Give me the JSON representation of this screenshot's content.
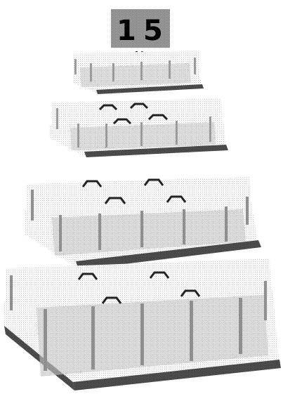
{
  "badge": {
    "text": "15",
    "glyphs": [
      "1",
      "5"
    ]
  },
  "tiers": [
    {
      "name": "tier-1",
      "rings": 0
    },
    {
      "name": "tier-2",
      "rings": 4
    },
    {
      "name": "tier-3",
      "rings": 4
    },
    {
      "name": "tier-4",
      "rings": 4
    }
  ],
  "colors": {
    "ink": "#222222",
    "light": "#bdbdbd",
    "mid": "#8a8a8a",
    "badge_bg": "#9a9a9a"
  },
  "icons": {
    "ring": "hexagonal-ring-icon"
  }
}
